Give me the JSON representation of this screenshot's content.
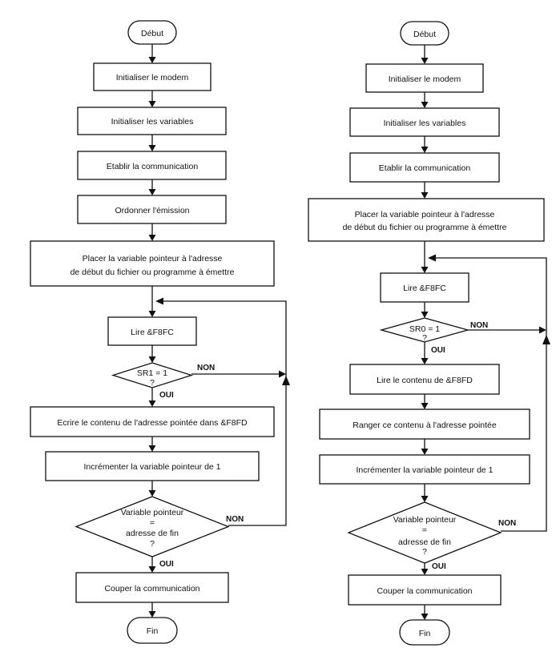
{
  "left": {
    "start": "Début",
    "init_modem": "Initialiser le modem",
    "init_vars": "Initialiser les variables",
    "establish": "Etablir la communication",
    "order_emission": "Ordonner l'émission",
    "place_pointer_1": "Placer la variable pointeur à l'adresse",
    "place_pointer_2": "de début du fichier ou programme à émettre",
    "read": "Lire &F8FC",
    "cond1_1": "SR1 = 1",
    "cond1_2": "?",
    "no1": "NON",
    "yes1": "OUI",
    "write": "Ecrire le contenu de l'adresse pointée dans &F8FD",
    "increment": "Incrémenter la variable pointeur de 1",
    "cond2_1": "Variable pointeur",
    "cond2_2": "=",
    "cond2_3": "adresse de fin",
    "cond2_4": "?",
    "no2": "NON",
    "yes2": "OUI",
    "cut": "Couper la communication",
    "end": "Fin"
  },
  "right": {
    "start": "Début",
    "init_modem": "Initialiser le modem",
    "init_vars": "Initialiser les variables",
    "establish": "Etablir la communication",
    "place_pointer_1": "Placer la variable pointeur à l'adresse",
    "place_pointer_2": "de début du fichier ou programme à émettre",
    "read": "Lire &F8FC",
    "cond1_1": "SR0 = 1",
    "cond1_2": "?",
    "no1": "NON",
    "yes1": "OUI",
    "read_content": "Lire le contenu de &F8FD",
    "store": "Ranger ce contenu à l'adresse pointée",
    "increment": "Incrémenter la variable pointeur de 1",
    "cond2_1": "Variable pointeur",
    "cond2_2": "=",
    "cond2_3": "adresse de fin",
    "cond2_4": "?",
    "no2": "NON",
    "yes2": "OUI",
    "cut": "Couper la communication",
    "end": "Fin"
  }
}
